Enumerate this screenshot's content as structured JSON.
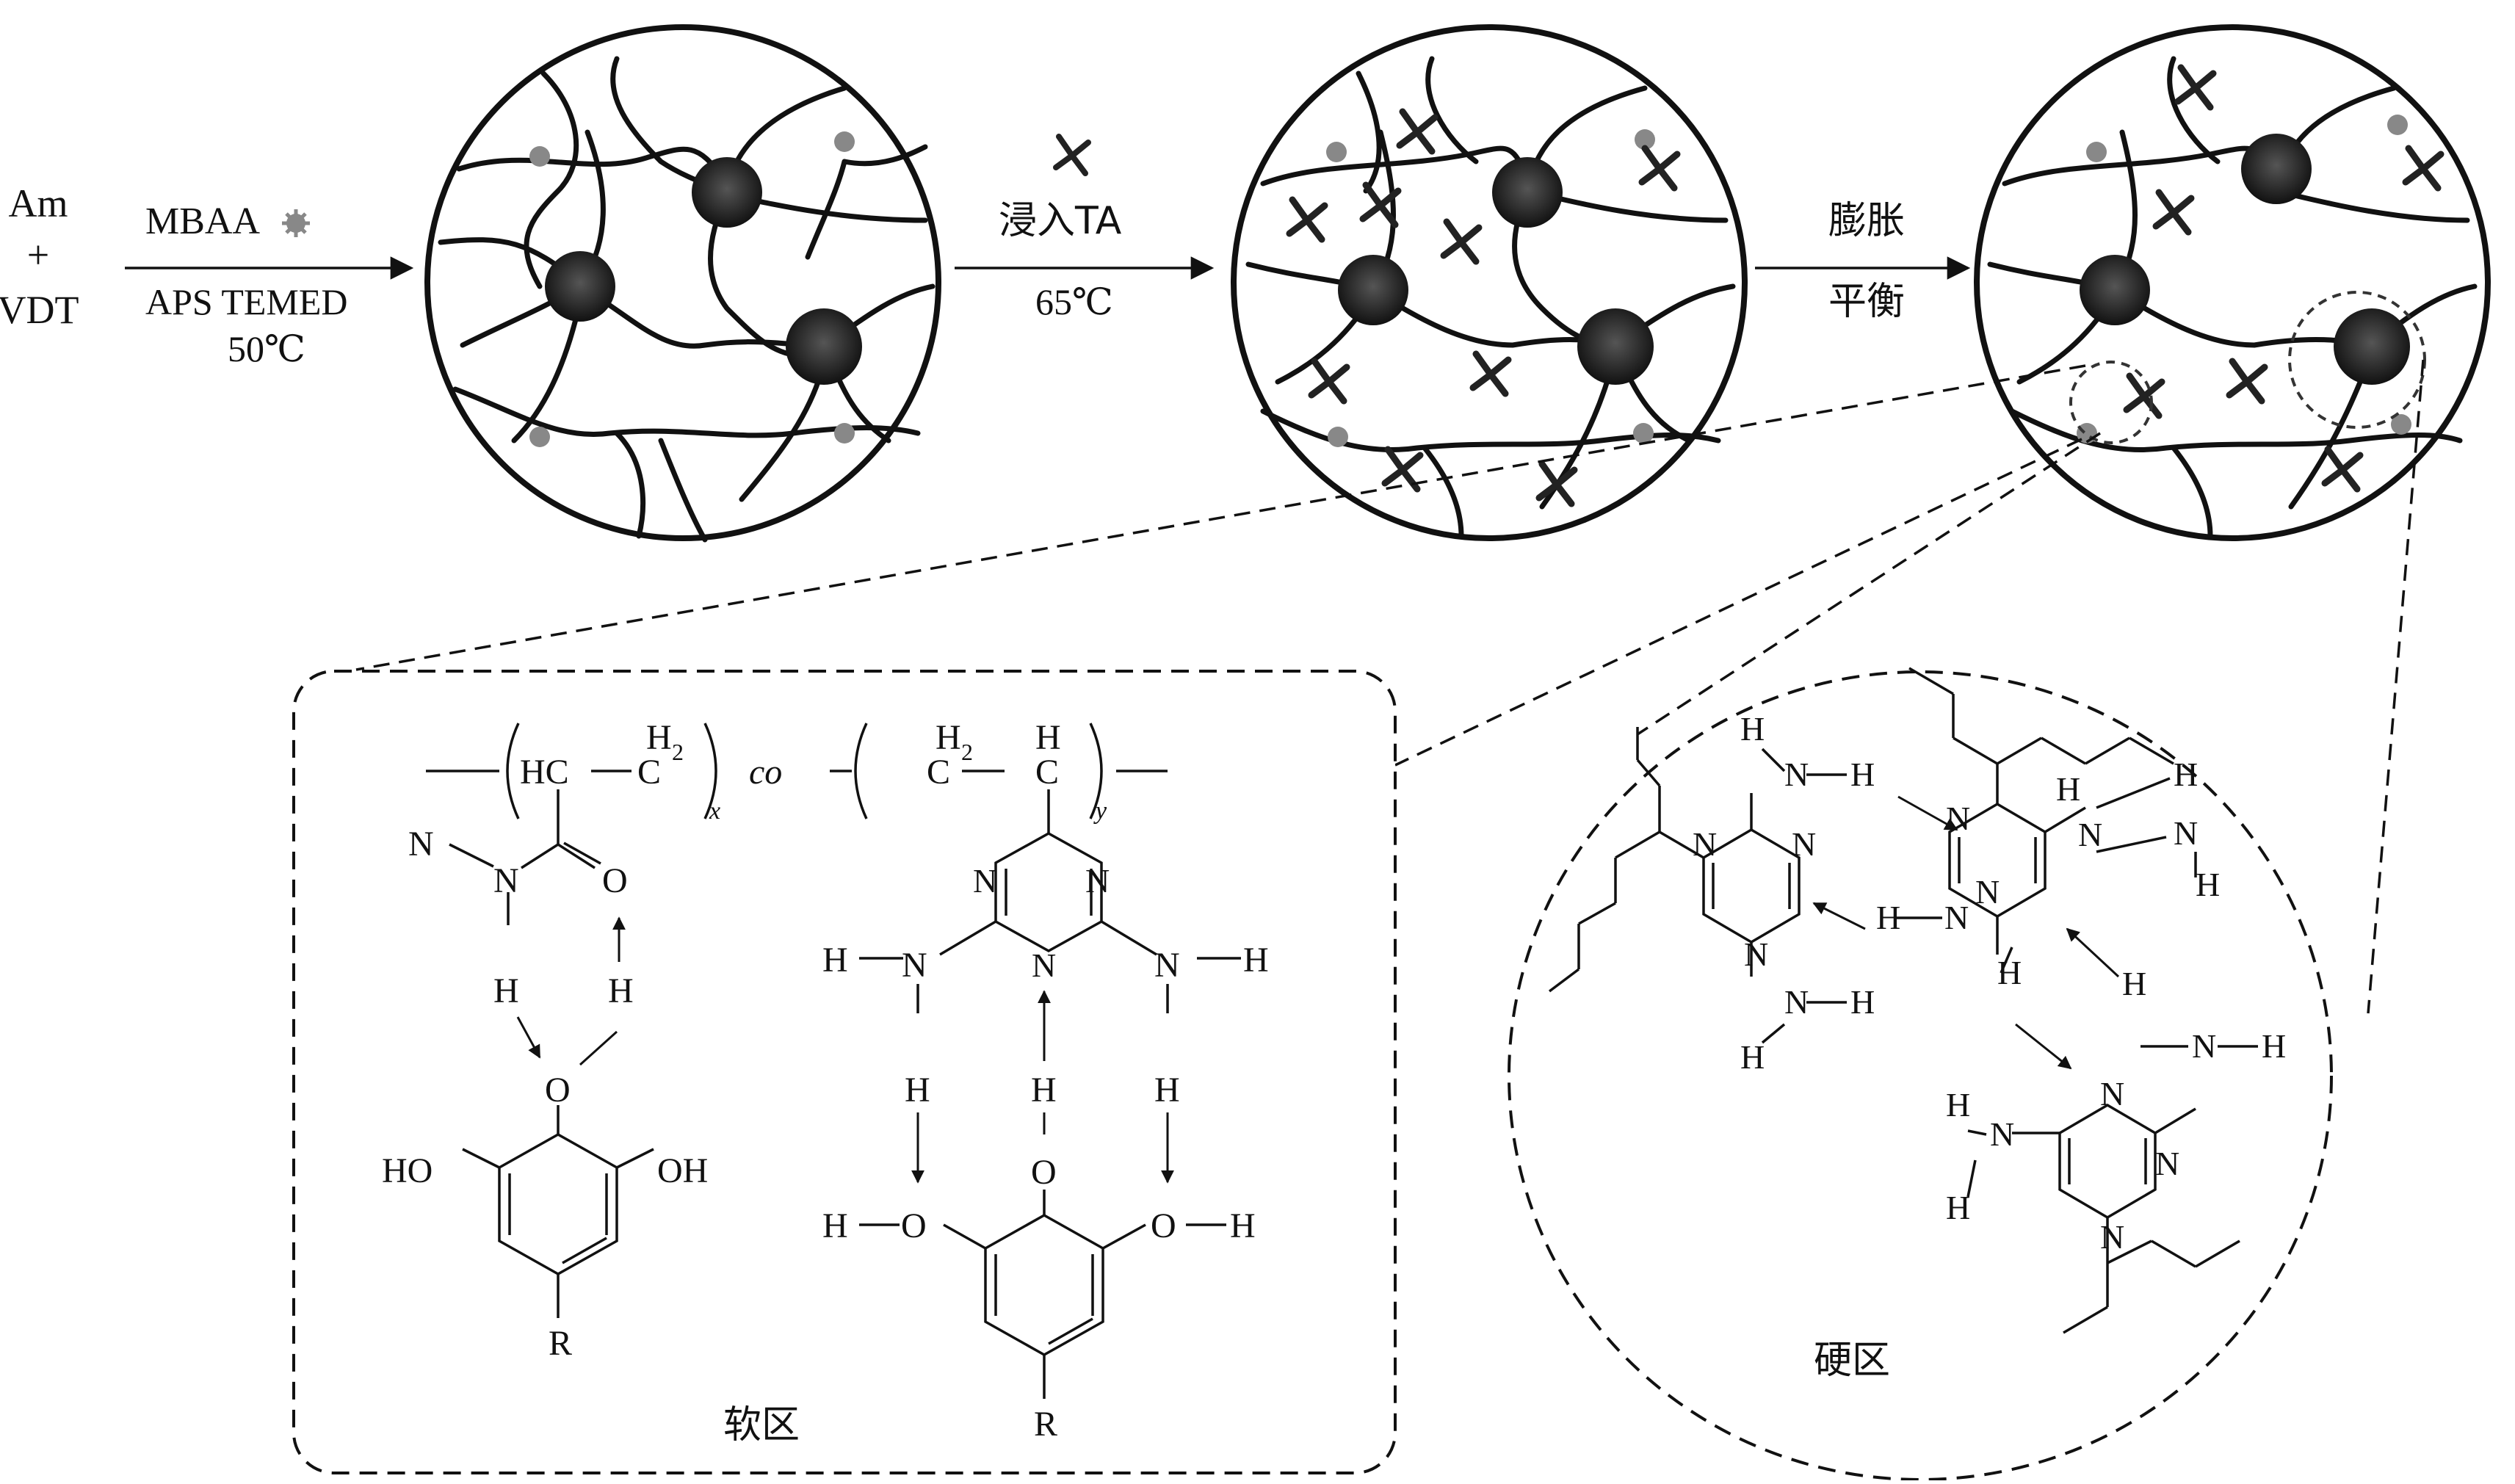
{
  "reactants": {
    "line1": "Am",
    "line2": "+",
    "line3": "VDT"
  },
  "step1": {
    "above": "MBAA",
    "below1": "APS TEMED",
    "below2": "50℃"
  },
  "step2": {
    "above": "浸入TA",
    "below": "65℃"
  },
  "step3": {
    "above": "膨胀",
    "below": "平衡"
  },
  "soft_zone": {
    "label": "软区",
    "copolymer": {
      "hc": "HC",
      "c1": "C",
      "h2a": "H",
      "h2a_sub": "2",
      "x": "x",
      "co": "co",
      "c2": "C",
      "h2b": "H",
      "h2b_sub": "2",
      "c3": "C",
      "h_top": "H",
      "y": "y"
    },
    "amide": {
      "n1": "N",
      "n2": "N",
      "o": "O",
      "h_left": "H",
      "h_right": "H"
    },
    "triazine": {
      "n_a": "N",
      "n_b": "N",
      "n_c": "N",
      "nh_left_n": "N",
      "nh_left_h": "H",
      "nh_right_n": "N",
      "nh_right_h": "H"
    },
    "hbond_h": {
      "h1": "H",
      "h2": "H",
      "h3": "H"
    },
    "phenol_left": {
      "o": "O",
      "ho_l": "HO",
      "oh_r": "OH",
      "r": "R"
    },
    "phenol_right": {
      "o": "O",
      "ho_l": "H",
      "o_l": "O",
      "o_r": "O",
      "h_r": "H",
      "r": "R"
    }
  },
  "hard_zone": {
    "label": "硬区",
    "atoms": {
      "H": "H",
      "N": "N"
    }
  }
}
